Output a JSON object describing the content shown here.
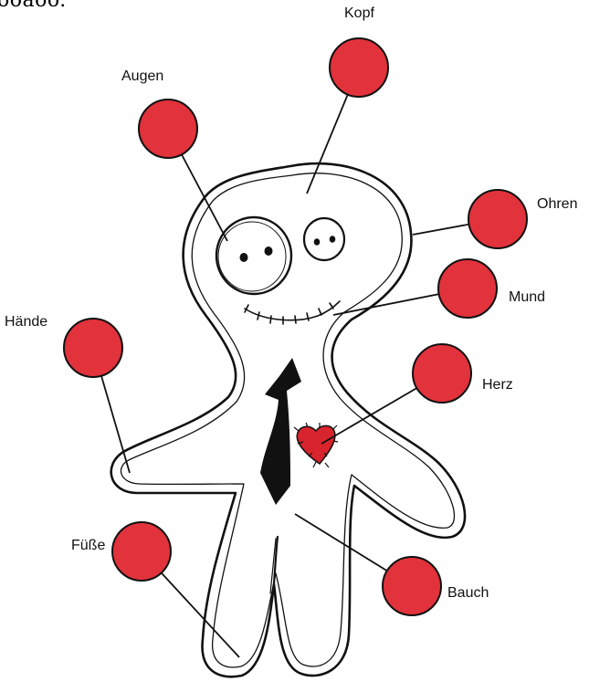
{
  "header": {
    "partial_text": "ooaoo."
  },
  "labels": {
    "kopf": "Kopf",
    "augen": "Augen",
    "ohren": "Ohren",
    "mund": "Mund",
    "haende": "Hände",
    "herz": "Herz",
    "fuesse": "Füße",
    "bauch": "Bauch"
  },
  "colors": {
    "pin_head": "#e2323b",
    "heart": "#d8242c",
    "tie": "#111111",
    "outline": "#111111"
  }
}
